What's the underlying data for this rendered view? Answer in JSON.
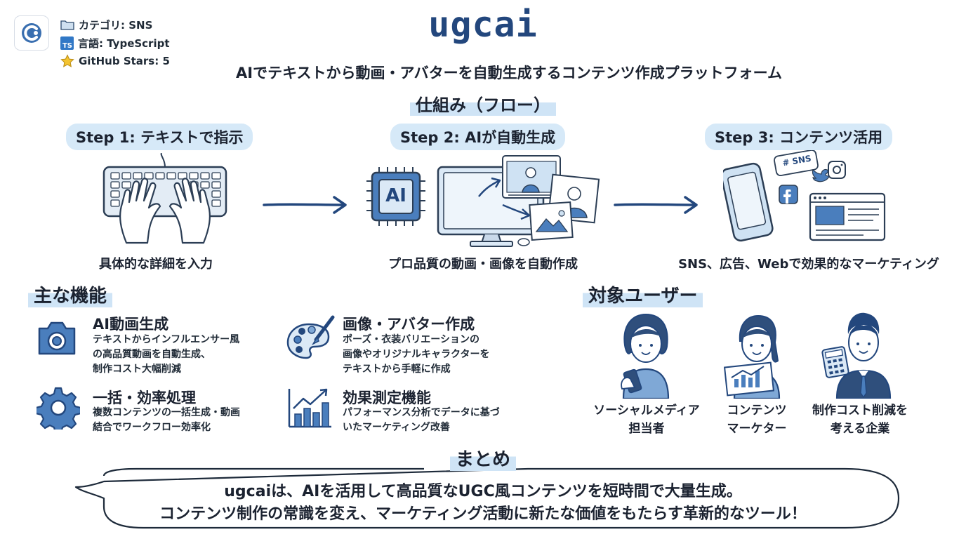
{
  "meta": {
    "category": "カテゴリ: SNS",
    "language": "言語: TypeScript",
    "stars": "GitHub Stars: 5",
    "ts_badge": "TS"
  },
  "title": "ugcai",
  "subtitle": "AIでテキストから動画・アバターを自動生成するコンテンツ作成プラットフォーム",
  "flow": {
    "heading": "仕組み（フロー）",
    "steps": [
      {
        "title": "Step 1: テキストで指示",
        "caption": "具体的な詳細を入力"
      },
      {
        "title": "Step 2: AIが自動生成",
        "caption": "プロ品質の動画・画像を自動作成",
        "chip_label": "AI"
      },
      {
        "title": "Step 3: コンテンツ活用",
        "caption": "SNS、広告、Webで効果的なマーケティング",
        "tag_label": "# SNS"
      }
    ]
  },
  "features": {
    "heading": "主な機能",
    "items": [
      {
        "title": "AI動画生成",
        "desc": [
          "テキストからインフルエンサー風",
          "の高品質動画を自動生成、",
          "制作コスト大幅削減"
        ]
      },
      {
        "title": "画像・アバター作成",
        "desc": [
          "ポーズ・衣装バリエーションの",
          "画像やオリジナルキャラクターを",
          "テキストから手軽に作成"
        ]
      },
      {
        "title": "一括・効率処理",
        "desc": [
          "複数コンテンツの一括生成・動画",
          "結合でワークフロー効率化"
        ]
      },
      {
        "title": "効果測定機能",
        "desc": [
          "パフォーマンス分析でデータに基づ",
          "いたマーケティング改善"
        ]
      }
    ]
  },
  "users": {
    "heading": "対象ユーザー",
    "items": [
      {
        "label": [
          "ソーシャルメディア",
          "担当者"
        ]
      },
      {
        "label": [
          "コンテンツ",
          "マーケター"
        ]
      },
      {
        "label": [
          "制作コスト削減を",
          "考える企業"
        ]
      }
    ]
  },
  "summary": {
    "heading": "まとめ",
    "lines": [
      "ugcaiは、AIを活用して高品質なUGC風コンテンツを短時間で大量生成。",
      "コンテンツ制作の常識を変え、マーケティング活動に新たな価値をもたらす革新的なツール！"
    ]
  },
  "colors": {
    "primary": "#23477d",
    "accent": "#3a6fb0",
    "highlight": "#cfe4f6",
    "icon_fill": "#4a7ebd"
  }
}
